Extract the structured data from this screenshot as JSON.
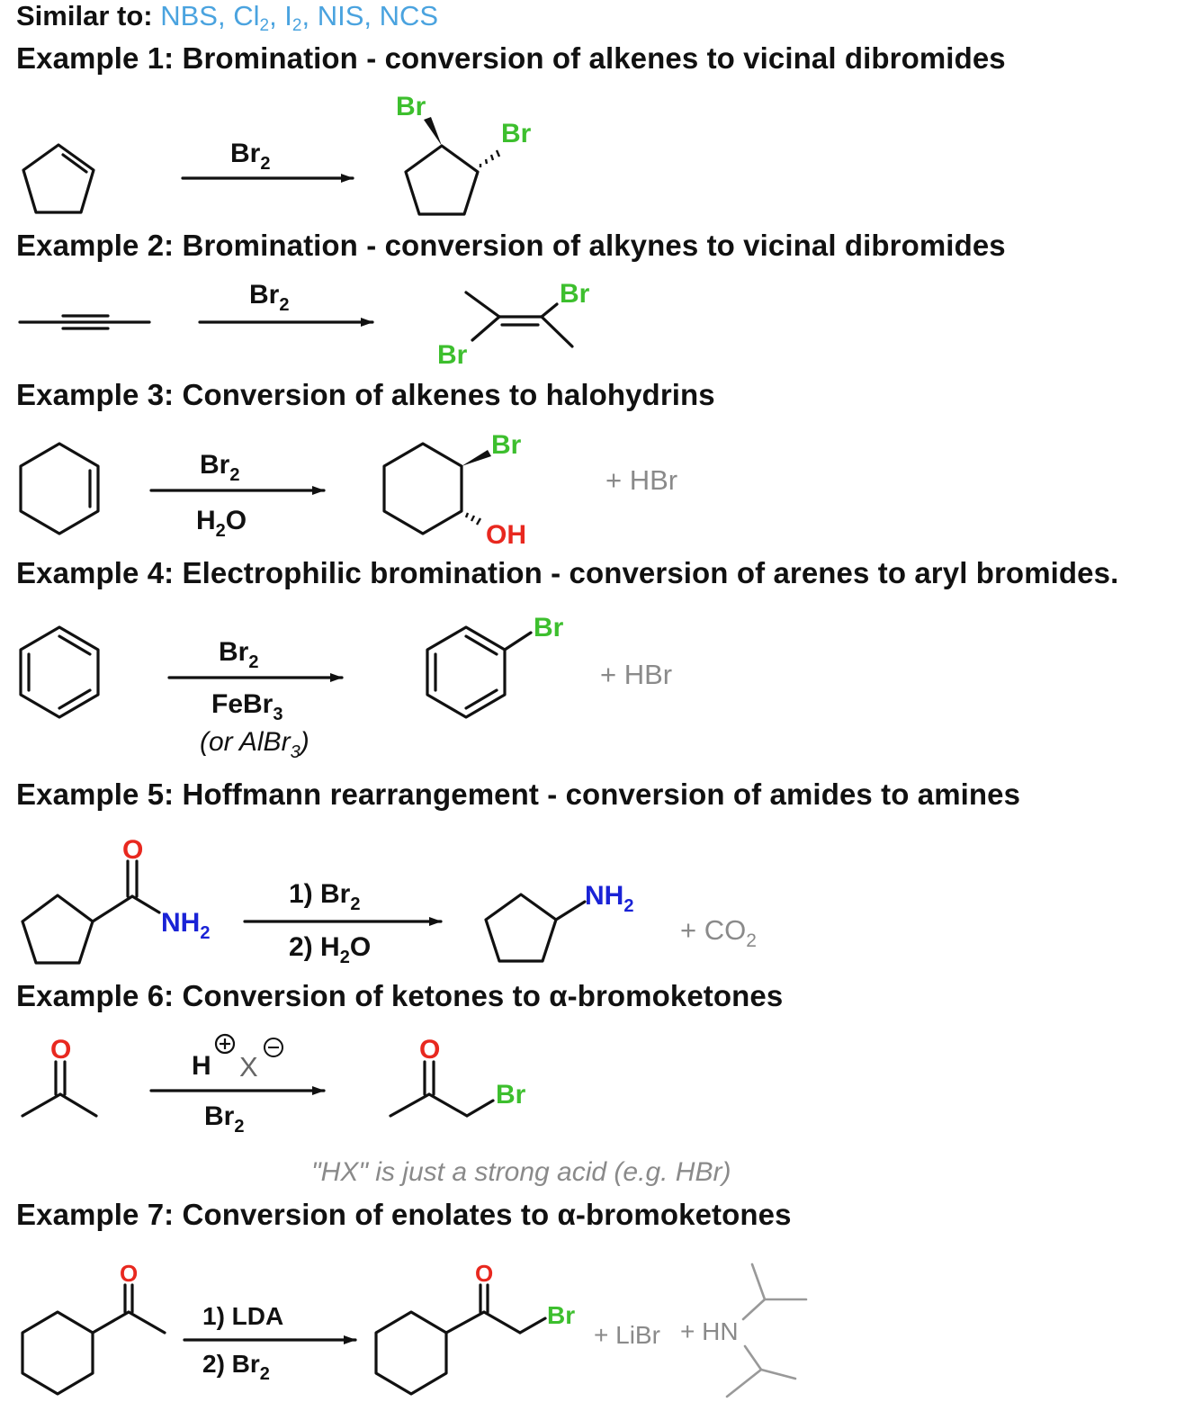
{
  "similar": {
    "label": "Similar to:",
    "reagents": [
      {
        "text": "NBS",
        "sub": ""
      },
      {
        "text": "Cl",
        "sub": "2"
      },
      {
        "text": "I",
        "sub": "2"
      },
      {
        "text": "NIS",
        "sub": ""
      },
      {
        "text": "NCS",
        "sub": ""
      }
    ]
  },
  "examples": [
    {
      "title": "Example 1: Bromination - conversion of alkenes to vicinal dibromides"
    },
    {
      "title": "Example 2: Bromination - conversion of alkynes to vicinal dibromides"
    },
    {
      "title": "Example 3: Conversion of alkenes to halohydrins"
    },
    {
      "title": "Example 4: Electrophilic bromination - conversion of arenes to aryl bromides."
    },
    {
      "title": "Example 5: Hoffmann rearrangement - conversion of amides to amines"
    },
    {
      "title": "Example 6: Conversion of ketones to α-bromoketones"
    },
    {
      "title": "Example 7: Conversion of enolates to α-bromoketones"
    }
  ],
  "labels": {
    "br": "Br",
    "br2": "Br",
    "sub2": "2",
    "sub3": "3",
    "h2o_h": "H",
    "h2o_o": "O",
    "oh": "OH",
    "o": "O",
    "nh": "NH",
    "febr": "FeBr",
    "or_albr": "(or AlBr",
    "or_close": ")",
    "step1": "1) Br",
    "step2": "2) H",
    "step2_o": "O",
    "h_plus": "H",
    "x_minus": "X",
    "plus_hbr": "+ HBr",
    "plus_co": "+ CO",
    "hx_note": "\"HX\" is just a strong acid (e.g. HBr)",
    "lda": "1) LDA",
    "step2_br": "2) Br",
    "plus_libr": "+ LiBr",
    "plus_hn": "+ HN"
  }
}
